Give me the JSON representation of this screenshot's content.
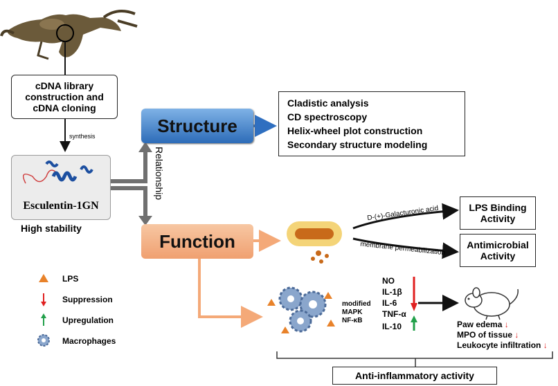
{
  "cdna_box": "cDNA library construction and cDNA cloning",
  "synthesis_label": "synthesis",
  "peptide_name": "Esculentin-1GN",
  "stability_label": "High stability",
  "structure_label": "Structure",
  "function_label": "Function",
  "relationship_label": "Relationship",
  "structure_methods": [
    "Cladistic analysis",
    "CD spectroscopy",
    "Helix-wheel  plot construction",
    "Secondary structure modeling"
  ],
  "binding_label": "D-(+)-Galacturonic acid",
  "permeability_label": "membrane permeabilization",
  "lps_binding": "LPS Binding Activity",
  "antimicrobial": "Antimicrobial Activity",
  "legend": [
    {
      "icon": "lps-triangle-icon",
      "label": "LPS",
      "color": "#e8822a"
    },
    {
      "icon": "red-down-arrow-icon",
      "label": "Suppression",
      "color": "#e02020"
    },
    {
      "icon": "green-up-arrow-icon",
      "label": "Upregulation",
      "color": "#22a04a"
    },
    {
      "icon": "macrophage-icon",
      "label": "Macrophages",
      "color": "#6a8ab8"
    }
  ],
  "pathway_label": [
    "modified",
    "MAPK",
    "NF-κB"
  ],
  "suppressed": [
    "NO",
    "IL-1β",
    "IL-6",
    "TNF-α"
  ],
  "upregulated": "IL-10",
  "in_vivo": [
    "Paw edema",
    "MPO of tissue",
    "Leukocyte infiltration"
  ],
  "anti_inflammatory": "Anti-inflammatory activity"
}
